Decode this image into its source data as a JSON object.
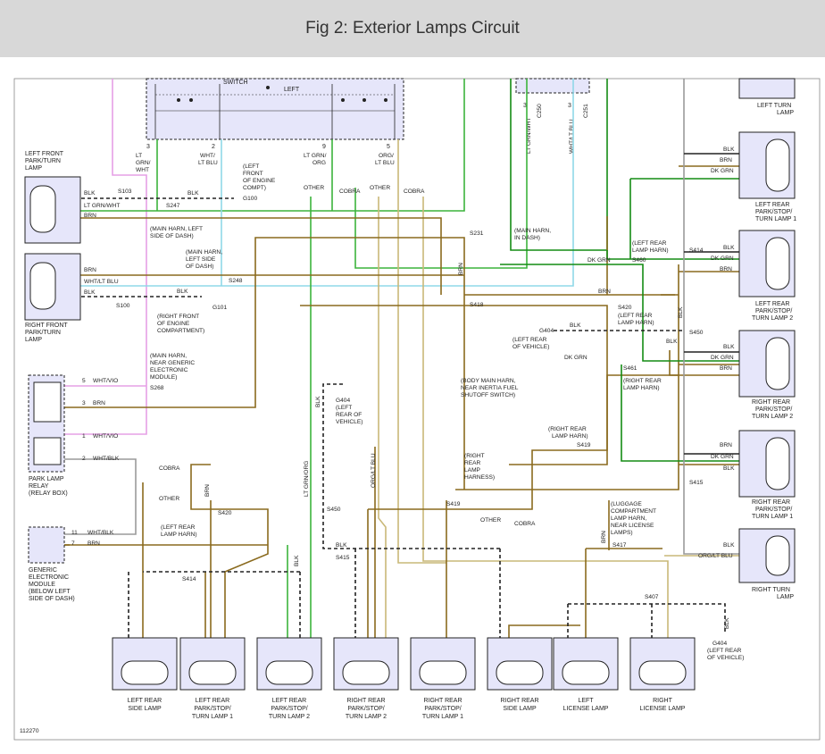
{
  "title": "Fig 2: Exterior Lamps Circuit",
  "figure_number": "112270",
  "colors": {
    "brn": "#8a6a1e",
    "blk": "#222222",
    "green": "#3cb43c",
    "dkgrn": "#148c14",
    "wht_ltblu": "#8fd8e8",
    "wht_vio": "#e6a0e6",
    "org_ltblu": "#c9b878",
    "gray": "#9a9a9a",
    "component": "#e6e6fa"
  },
  "top": {
    "switch_text": "SWITCH",
    "left_text": "LEFT",
    "pin_3": "3",
    "pin_2": "2",
    "pin_9": "9",
    "pin_5": "5",
    "pin_3b": "3",
    "pin_3c": "3",
    "c250": "C250",
    "c251": "C251",
    "w_ltgrnwht": "LT GRN/WHT",
    "w_whtltblu": "WHT/LT BLU"
  },
  "wires_top": {
    "lt_grn_wht": [
      "LT",
      "GRN/",
      "WHT"
    ],
    "wht_lt_blu": [
      "WHT/",
      "LT BLU"
    ],
    "lt_grn_org": [
      "LT GRN/",
      "ORG"
    ],
    "org_lt_blu": [
      "ORG/",
      "LT BLU"
    ]
  },
  "front": {
    "lf_lamp": [
      "LEFT FRONT",
      "PARK/TURN",
      "LAMP"
    ],
    "rf_lamp": [
      "RIGHT FRONT",
      "PARK/TURN",
      "LAMP"
    ],
    "w_blk": "BLK",
    "w_ltgrnwht": "LT GRN/WHT",
    "w_brn": "BRN",
    "w_whtltblu": "WHT/LT BLU",
    "s103": "S103",
    "s247": "S247",
    "s248": "S248",
    "s100": "S100",
    "s231": "S231",
    "s418": "S418",
    "s268": "S268",
    "g100": "G100",
    "g101": "G101",
    "g100_note": [
      "(LEFT",
      "FRONT",
      "OF ENGINE",
      "COMPT)"
    ],
    "main_harn_left": [
      "(MAIN HARN, LEFT",
      "SIDE OF DASH)"
    ],
    "main_harn_left2": [
      "(MAIN HARN,",
      "LEFT SIDE",
      "OF DASH)"
    ],
    "g101_note": [
      "(RIGHT FRONT",
      "OF ENGINE",
      "COMPARTMENT)"
    ],
    "main_harn_dash": [
      "(MAIN HARN,",
      "IN DASH)"
    ],
    "main_harn_gem": [
      "(MAIN HARN,",
      "NEAR GENERIC",
      "ELECTRONIC",
      "MODULE)"
    ],
    "body_harn": [
      "(BODY MAIN HARN,",
      "NEAR INERTIA FUEL",
      "SHUTOFF SWITCH)"
    ],
    "other": "OTHER",
    "cobra": "COBRA"
  },
  "relay": {
    "name": [
      "PARK LAMP",
      "RELAY",
      "(RELAY BOX)"
    ],
    "p5": "5",
    "p3": "3",
    "p1": "1",
    "p2": "2",
    "w5": "WHT/VIO",
    "w3": "BRN",
    "w1": "WHT/VIO",
    "w2": "WHT/BLK"
  },
  "gem": {
    "name": [
      "GENERIC",
      "ELECTRONIC",
      "MODULE",
      "(BELOW LEFT",
      "SIDE OF DASH)"
    ],
    "p11": "11",
    "p7": "7",
    "w11": "WHT/BLK",
    "w7": "BRN"
  },
  "middle": {
    "cobra": "COBRA",
    "other": "OTHER",
    "brn": "BRN",
    "blk": "BLK",
    "s420": "S420",
    "s450": "S450",
    "s414": "S414",
    "s415": "S415",
    "s419": "S419",
    "s417": "S417",
    "s407": "S407",
    "left_rear_harn": [
      "(LEFT REAR",
      "LAMP HARN)"
    ],
    "g404_note": [
      "G404",
      "(LEFT",
      "REAR OF",
      "VEHICLE)"
    ],
    "w_ltgrnorg": "LT GRN/ORG",
    "w_orgltblu": "ORG/LT BLU",
    "right_rear_harn": [
      "(RIGHT",
      "REAR",
      "LAMP",
      "HARNESS)"
    ],
    "luggage": [
      "(LUGGAGE",
      "COMPARTMENT",
      "LAMP HARN,",
      "NEAR LICENSE",
      "LAMPS)"
    ],
    "g404b": [
      "G404",
      "(LEFT REAR",
      "OF VEHICLE)"
    ]
  },
  "right": {
    "left_turn": [
      "LEFT TURN",
      "LAMP"
    ],
    "lr1": [
      "LEFT REAR",
      "PARK/STOP/",
      "TURN LAMP 1"
    ],
    "lr2": [
      "LEFT REAR",
      "PARK/STOP/",
      "TURN LAMP 2"
    ],
    "rr2": [
      "RIGHT REAR",
      "PARK/STOP/",
      "TURN LAMP 2"
    ],
    "rr1": [
      "RIGHT REAR",
      "PARK/STOP/",
      "TURN LAMP 1"
    ],
    "right_turn": [
      "RIGHT TURN",
      "LAMP"
    ],
    "blk": "BLK",
    "brn": "BRN",
    "dkgrn": "DK GRN",
    "orgltblu": "ORG/LT BLU",
    "s460": "S460",
    "s414": "S414",
    "s420": "S420",
    "s450": "S450",
    "s461": "S461",
    "s419": "S419",
    "s415": "S415",
    "g404": "G404",
    "lr_harn": [
      "(LEFT REAR",
      "LAMP HARN)"
    ],
    "lr_harn2": [
      "(LEFT REAR",
      "LAMP HARN)"
    ],
    "g404_note": [
      "(LEFT REAR",
      "OF VEHICLE)"
    ],
    "rr_harn": [
      "(RIGHT REAR",
      "LAMP HARN)"
    ],
    "rr_harn2": [
      "(RIGHT REAR",
      "LAMP HARN)"
    ]
  },
  "bottom": {
    "lamps": [
      {
        "name": [
          "LEFT REAR",
          "SIDE LAMP"
        ]
      },
      {
        "name": [
          "LEFT REAR",
          "PARK/STOP/",
          "TURN LAMP 1"
        ]
      },
      {
        "name": [
          "LEFT REAR",
          "PARK/STOP/",
          "TURN LAMP 2"
        ]
      },
      {
        "name": [
          "RIGHT REAR",
          "PARK/STOP/",
          "TURN LAMP 2"
        ]
      },
      {
        "name": [
          "RIGHT REAR",
          "PARK/STOP/",
          "TURN LAMP 1"
        ]
      },
      {
        "name": [
          "RIGHT REAR",
          "SIDE LAMP"
        ]
      },
      {
        "name": [
          "LEFT",
          "LICENSE LAMP"
        ]
      },
      {
        "name": [
          "RIGHT",
          "LICENSE LAMP"
        ]
      }
    ],
    "blk": "BLK",
    "brn": "BRN",
    "ltgrnorg": "LT GRN/ORG",
    "orgltblu": "ORG/LT BLU"
  }
}
